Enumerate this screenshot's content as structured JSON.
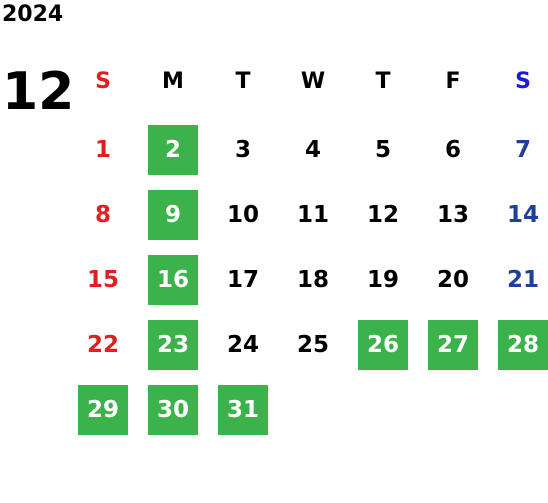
{
  "calendar": {
    "year": "2024",
    "month": "12",
    "weekdays": [
      "S",
      "M",
      "T",
      "W",
      "T",
      "F",
      "S"
    ],
    "weeks": [
      [
        {
          "day": "1",
          "highlight": false
        },
        {
          "day": "2",
          "highlight": true
        },
        {
          "day": "3",
          "highlight": false
        },
        {
          "day": "4",
          "highlight": false
        },
        {
          "day": "5",
          "highlight": false
        },
        {
          "day": "6",
          "highlight": false
        },
        {
          "day": "7",
          "highlight": false
        }
      ],
      [
        {
          "day": "8",
          "highlight": false
        },
        {
          "day": "9",
          "highlight": true
        },
        {
          "day": "10",
          "highlight": false
        },
        {
          "day": "11",
          "highlight": false
        },
        {
          "day": "12",
          "highlight": false
        },
        {
          "day": "13",
          "highlight": false
        },
        {
          "day": "14",
          "highlight": false
        }
      ],
      [
        {
          "day": "15",
          "highlight": false
        },
        {
          "day": "16",
          "highlight": true
        },
        {
          "day": "17",
          "highlight": false
        },
        {
          "day": "18",
          "highlight": false
        },
        {
          "day": "19",
          "highlight": false
        },
        {
          "day": "20",
          "highlight": false
        },
        {
          "day": "21",
          "highlight": false
        }
      ],
      [
        {
          "day": "22",
          "highlight": false
        },
        {
          "day": "23",
          "highlight": true
        },
        {
          "day": "24",
          "highlight": false
        },
        {
          "day": "25",
          "highlight": false
        },
        {
          "day": "26",
          "highlight": true
        },
        {
          "day": "27",
          "highlight": true
        },
        {
          "day": "28",
          "highlight": true
        }
      ],
      [
        {
          "day": "29",
          "highlight": true
        },
        {
          "day": "30",
          "highlight": true
        },
        {
          "day": "31",
          "highlight": true
        },
        {
          "day": "",
          "highlight": false
        },
        {
          "day": "",
          "highlight": false
        },
        {
          "day": "",
          "highlight": false
        },
        {
          "day": "",
          "highlight": false
        }
      ]
    ]
  },
  "colors": {
    "highlight": "#3bb34a",
    "sunday": "#e02020",
    "saturday": "#1f3f99",
    "saturday_header": "#1a1adc"
  }
}
